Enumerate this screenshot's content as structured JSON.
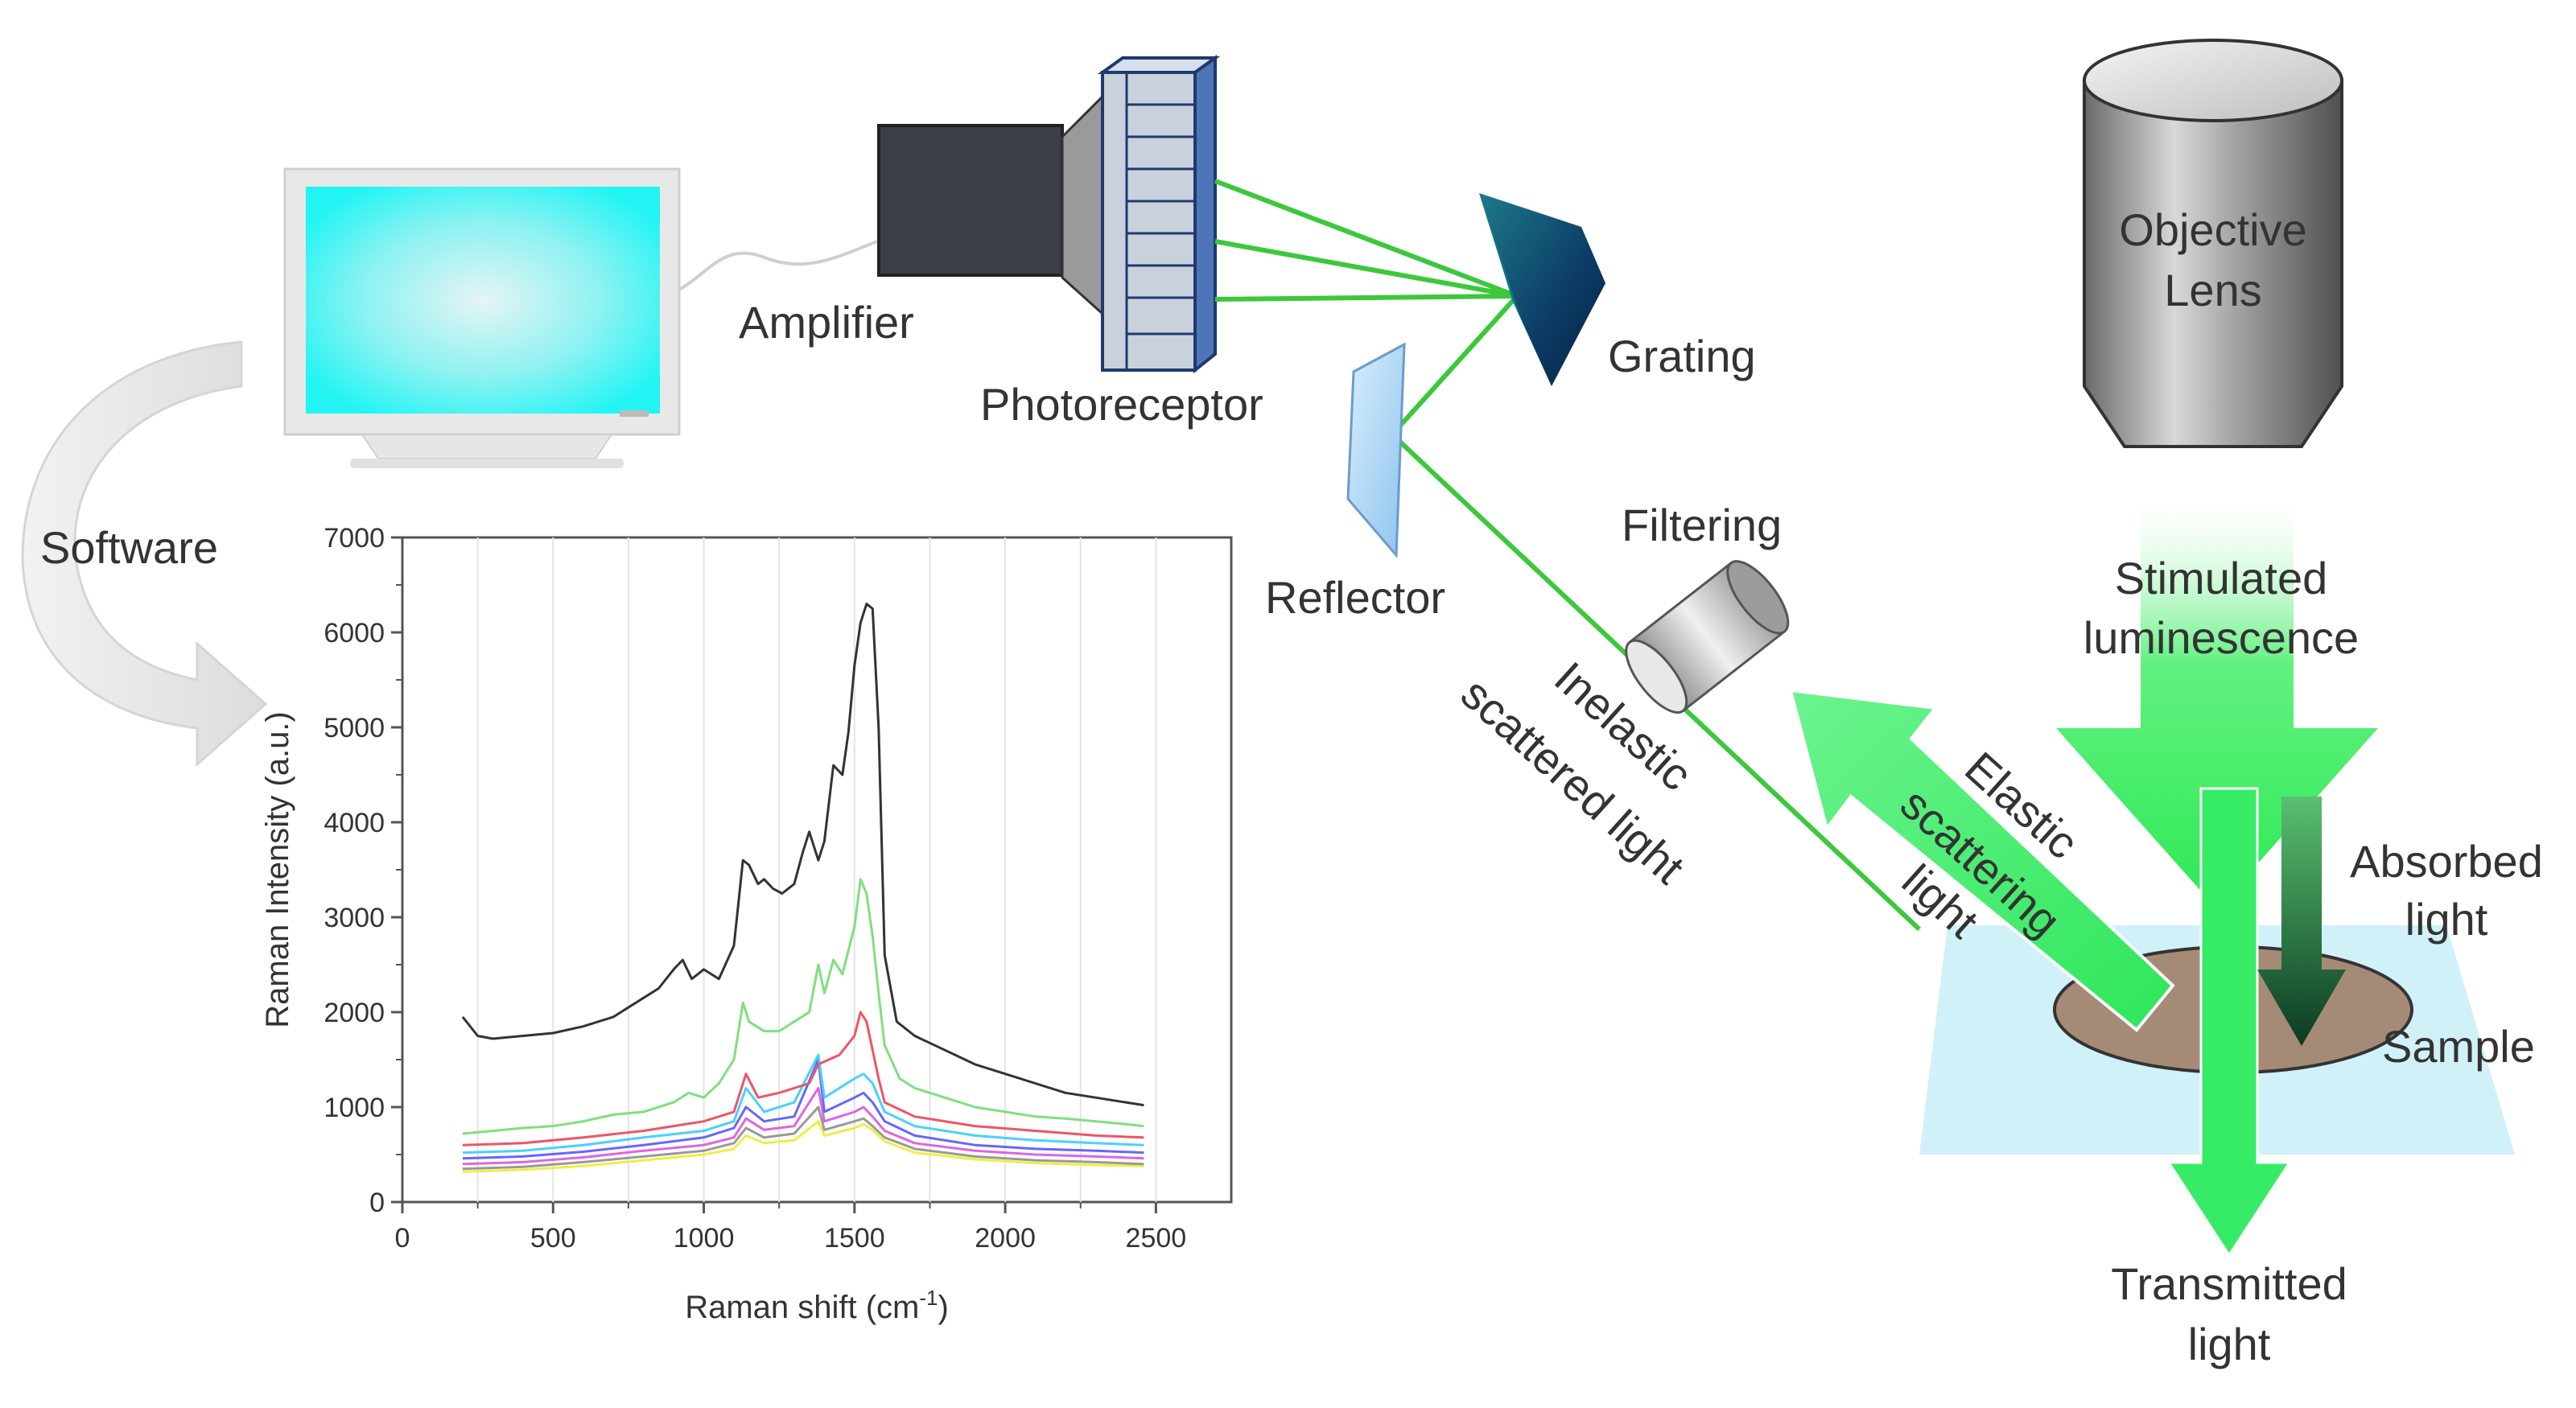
{
  "labels": {
    "amplifier": "Amplifier",
    "photoreceptor": "Photoreceptor",
    "grating": "Grating",
    "objective_lens_line1": "Objective",
    "objective_lens_line2": "Lens",
    "software": "Software",
    "reflector": "Reflector",
    "filtering": "Filtering",
    "stimulated_line1": "Stimulated",
    "stimulated_line2": "luminescence",
    "inelastic_line1": "Inelastic",
    "inelastic_line2": "scattered light",
    "elastic_line1": "Elastic",
    "elastic_line2": "scattering",
    "elastic_line3": "light",
    "absorbed_line1": "Absorbed",
    "absorbed_line2": "light",
    "sample": "Sample",
    "transmitted_line1": "Transmitted",
    "transmitted_line2": "light"
  },
  "colors": {
    "laser_green": "#3cc83c",
    "beam_green": "#33ee66",
    "monitor_screen": "#33ffff",
    "sample_brown": "#a58a76",
    "slide_blue": "#c8eef6"
  },
  "chart_data": {
    "type": "line",
    "xlabel_main": "Raman shift (cm",
    "xlabel_sup": "-1",
    "xlabel_end": ")",
    "ylabel": "Raman Intensity (a.u.)",
    "xlim": [
      0,
      2750
    ],
    "ylim": [
      0,
      7000
    ],
    "x_ticks": [
      "0",
      "500",
      "1000",
      "1500",
      "2000",
      "2500"
    ],
    "y_ticks": [
      "0",
      "1000",
      "2000",
      "3000",
      "4000",
      "5000",
      "6000",
      "7000"
    ],
    "grid": "vertical",
    "series": [
      {
        "color": "#333333",
        "x": [
          200,
          250,
          300,
          400,
          500,
          600,
          700,
          800,
          850,
          900,
          930,
          960,
          1000,
          1050,
          1100,
          1130,
          1150,
          1180,
          1200,
          1230,
          1260,
          1300,
          1330,
          1350,
          1380,
          1400,
          1430,
          1460,
          1480,
          1500,
          1520,
          1540,
          1560,
          1580,
          1600,
          1640,
          1700,
          1800,
          1900,
          2000,
          2100,
          2200,
          2300,
          2400,
          2460
        ],
        "y": [
          1950,
          1750,
          1720,
          1750,
          1780,
          1850,
          1950,
          2150,
          2250,
          2450,
          2550,
          2350,
          2450,
          2350,
          2700,
          3600,
          3550,
          3350,
          3400,
          3300,
          3250,
          3350,
          3700,
          3900,
          3600,
          3800,
          4600,
          4500,
          4950,
          5650,
          6100,
          6300,
          6250,
          5000,
          2600,
          1900,
          1750,
          1600,
          1450,
          1350,
          1250,
          1150,
          1100,
          1050,
          1020
        ]
      },
      {
        "color": "#7ee07e",
        "x": [
          200,
          300,
          400,
          500,
          600,
          700,
          800,
          900,
          950,
          1000,
          1050,
          1100,
          1130,
          1150,
          1200,
          1250,
          1300,
          1350,
          1380,
          1400,
          1430,
          1460,
          1500,
          1520,
          1540,
          1560,
          1580,
          1600,
          1650,
          1700,
          1800,
          1900,
          2000,
          2100,
          2200,
          2300,
          2400,
          2460
        ],
        "y": [
          720,
          750,
          780,
          800,
          850,
          920,
          950,
          1050,
          1150,
          1100,
          1250,
          1500,
          2100,
          1900,
          1800,
          1800,
          1900,
          2000,
          2500,
          2200,
          2550,
          2400,
          2900,
          3400,
          3250,
          2800,
          2200,
          1650,
          1300,
          1200,
          1100,
          1000,
          950,
          900,
          880,
          850,
          820,
          800
        ]
      },
      {
        "color": "#ee5566",
        "x": [
          200,
          400,
          600,
          800,
          1000,
          1100,
          1140,
          1180,
          1250,
          1350,
          1380,
          1450,
          1500,
          1520,
          1540,
          1560,
          1580,
          1600,
          1700,
          1900,
          2100,
          2300,
          2460
        ],
        "y": [
          600,
          620,
          680,
          750,
          850,
          950,
          1350,
          1100,
          1150,
          1250,
          1450,
          1550,
          1750,
          2000,
          1900,
          1600,
          1300,
          1050,
          900,
          800,
          750,
          700,
          680
        ]
      },
      {
        "color": "#4ad0ff",
        "x": [
          200,
          400,
          600,
          800,
          1000,
          1100,
          1140,
          1200,
          1300,
          1380,
          1400,
          1500,
          1530,
          1560,
          1600,
          1700,
          1900,
          2100,
          2300,
          2460
        ],
        "y": [
          520,
          540,
          600,
          680,
          750,
          850,
          1200,
          950,
          1050,
          1550,
          1100,
          1300,
          1350,
          1250,
          950,
          800,
          700,
          650,
          620,
          600
        ]
      },
      {
        "color": "#6666ff",
        "x": [
          200,
          400,
          600,
          800,
          1000,
          1100,
          1140,
          1200,
          1300,
          1380,
          1400,
          1500,
          1530,
          1560,
          1600,
          1700,
          1900,
          2100,
          2300,
          2460
        ],
        "y": [
          460,
          480,
          530,
          600,
          680,
          780,
          1000,
          850,
          900,
          1500,
          950,
          1100,
          1150,
          1050,
          850,
          700,
          600,
          560,
          540,
          520
        ]
      },
      {
        "color": "#dd66dd",
        "x": [
          200,
          400,
          600,
          800,
          1000,
          1100,
          1140,
          1200,
          1300,
          1380,
          1400,
          1500,
          1530,
          1560,
          1600,
          1700,
          1900,
          2100,
          2300,
          2460
        ],
        "y": [
          400,
          420,
          470,
          540,
          600,
          680,
          880,
          760,
          800,
          1200,
          850,
          950,
          1000,
          900,
          750,
          620,
          540,
          500,
          480,
          460
        ]
      },
      {
        "color": "#999999",
        "x": [
          200,
          400,
          600,
          800,
          1000,
          1100,
          1140,
          1200,
          1300,
          1380,
          1400,
          1500,
          1530,
          1560,
          1600,
          1700,
          1900,
          2100,
          2300,
          2460
        ],
        "y": [
          350,
          370,
          420,
          480,
          540,
          620,
          780,
          680,
          720,
          1000,
          760,
          850,
          880,
          800,
          680,
          560,
          480,
          440,
          420,
          400
        ]
      },
      {
        "color": "#eeee44",
        "x": [
          200,
          400,
          600,
          800,
          1000,
          1100,
          1140,
          1200,
          1300,
          1380,
          1400,
          1500,
          1530,
          1560,
          1600,
          1700,
          1900,
          2100,
          2300,
          2460
        ],
        "y": [
          320,
          340,
          380,
          440,
          500,
          560,
          700,
          620,
          650,
          850,
          700,
          780,
          820,
          760,
          640,
          520,
          450,
          410,
          390,
          380
        ]
      }
    ]
  }
}
